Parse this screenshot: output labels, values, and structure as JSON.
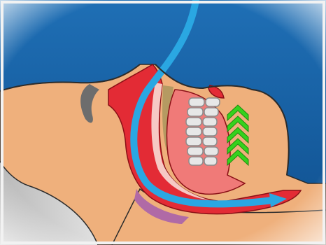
{
  "diagram": {
    "subject": "airway-during-sleep",
    "elements": [
      {
        "name": "head-profile",
        "kind": "anatomy"
      },
      {
        "name": "upper-airway",
        "kind": "anatomy"
      },
      {
        "name": "tongue",
        "kind": "anatomy"
      },
      {
        "name": "teeth",
        "kind": "anatomy"
      },
      {
        "name": "airflow-path",
        "kind": "arrow"
      },
      {
        "name": "upward-pressure-chevrons",
        "kind": "arrow-stack",
        "count": 5
      }
    ]
  },
  "colors": {
    "background_top": "#1f6fb5",
    "background_bottom": "#0f4f8e",
    "frame_edge": "#f2f2f2",
    "skin": "#efb07c",
    "skin_outline": "#2c2c2c",
    "airway_red": "#e32b35",
    "airway_outline": "#8a1016",
    "tongue_pink": "#f07a78",
    "tongue_highlight": "#f6c9c4",
    "teeth": "#e7e7e7",
    "teeth_shadow": "#8c8c8c",
    "airflow_blue": "#2aa7e2",
    "chevron_green": "#35d21d",
    "pillow_gray": "#c9c9c9",
    "ear_gray": "#6d6d6d",
    "throat_purple": "#b06aa6",
    "olive": "#b59a62"
  },
  "icons": {
    "airflow": "curved-arrow-icon",
    "pressure": "chevron-up-icon"
  }
}
